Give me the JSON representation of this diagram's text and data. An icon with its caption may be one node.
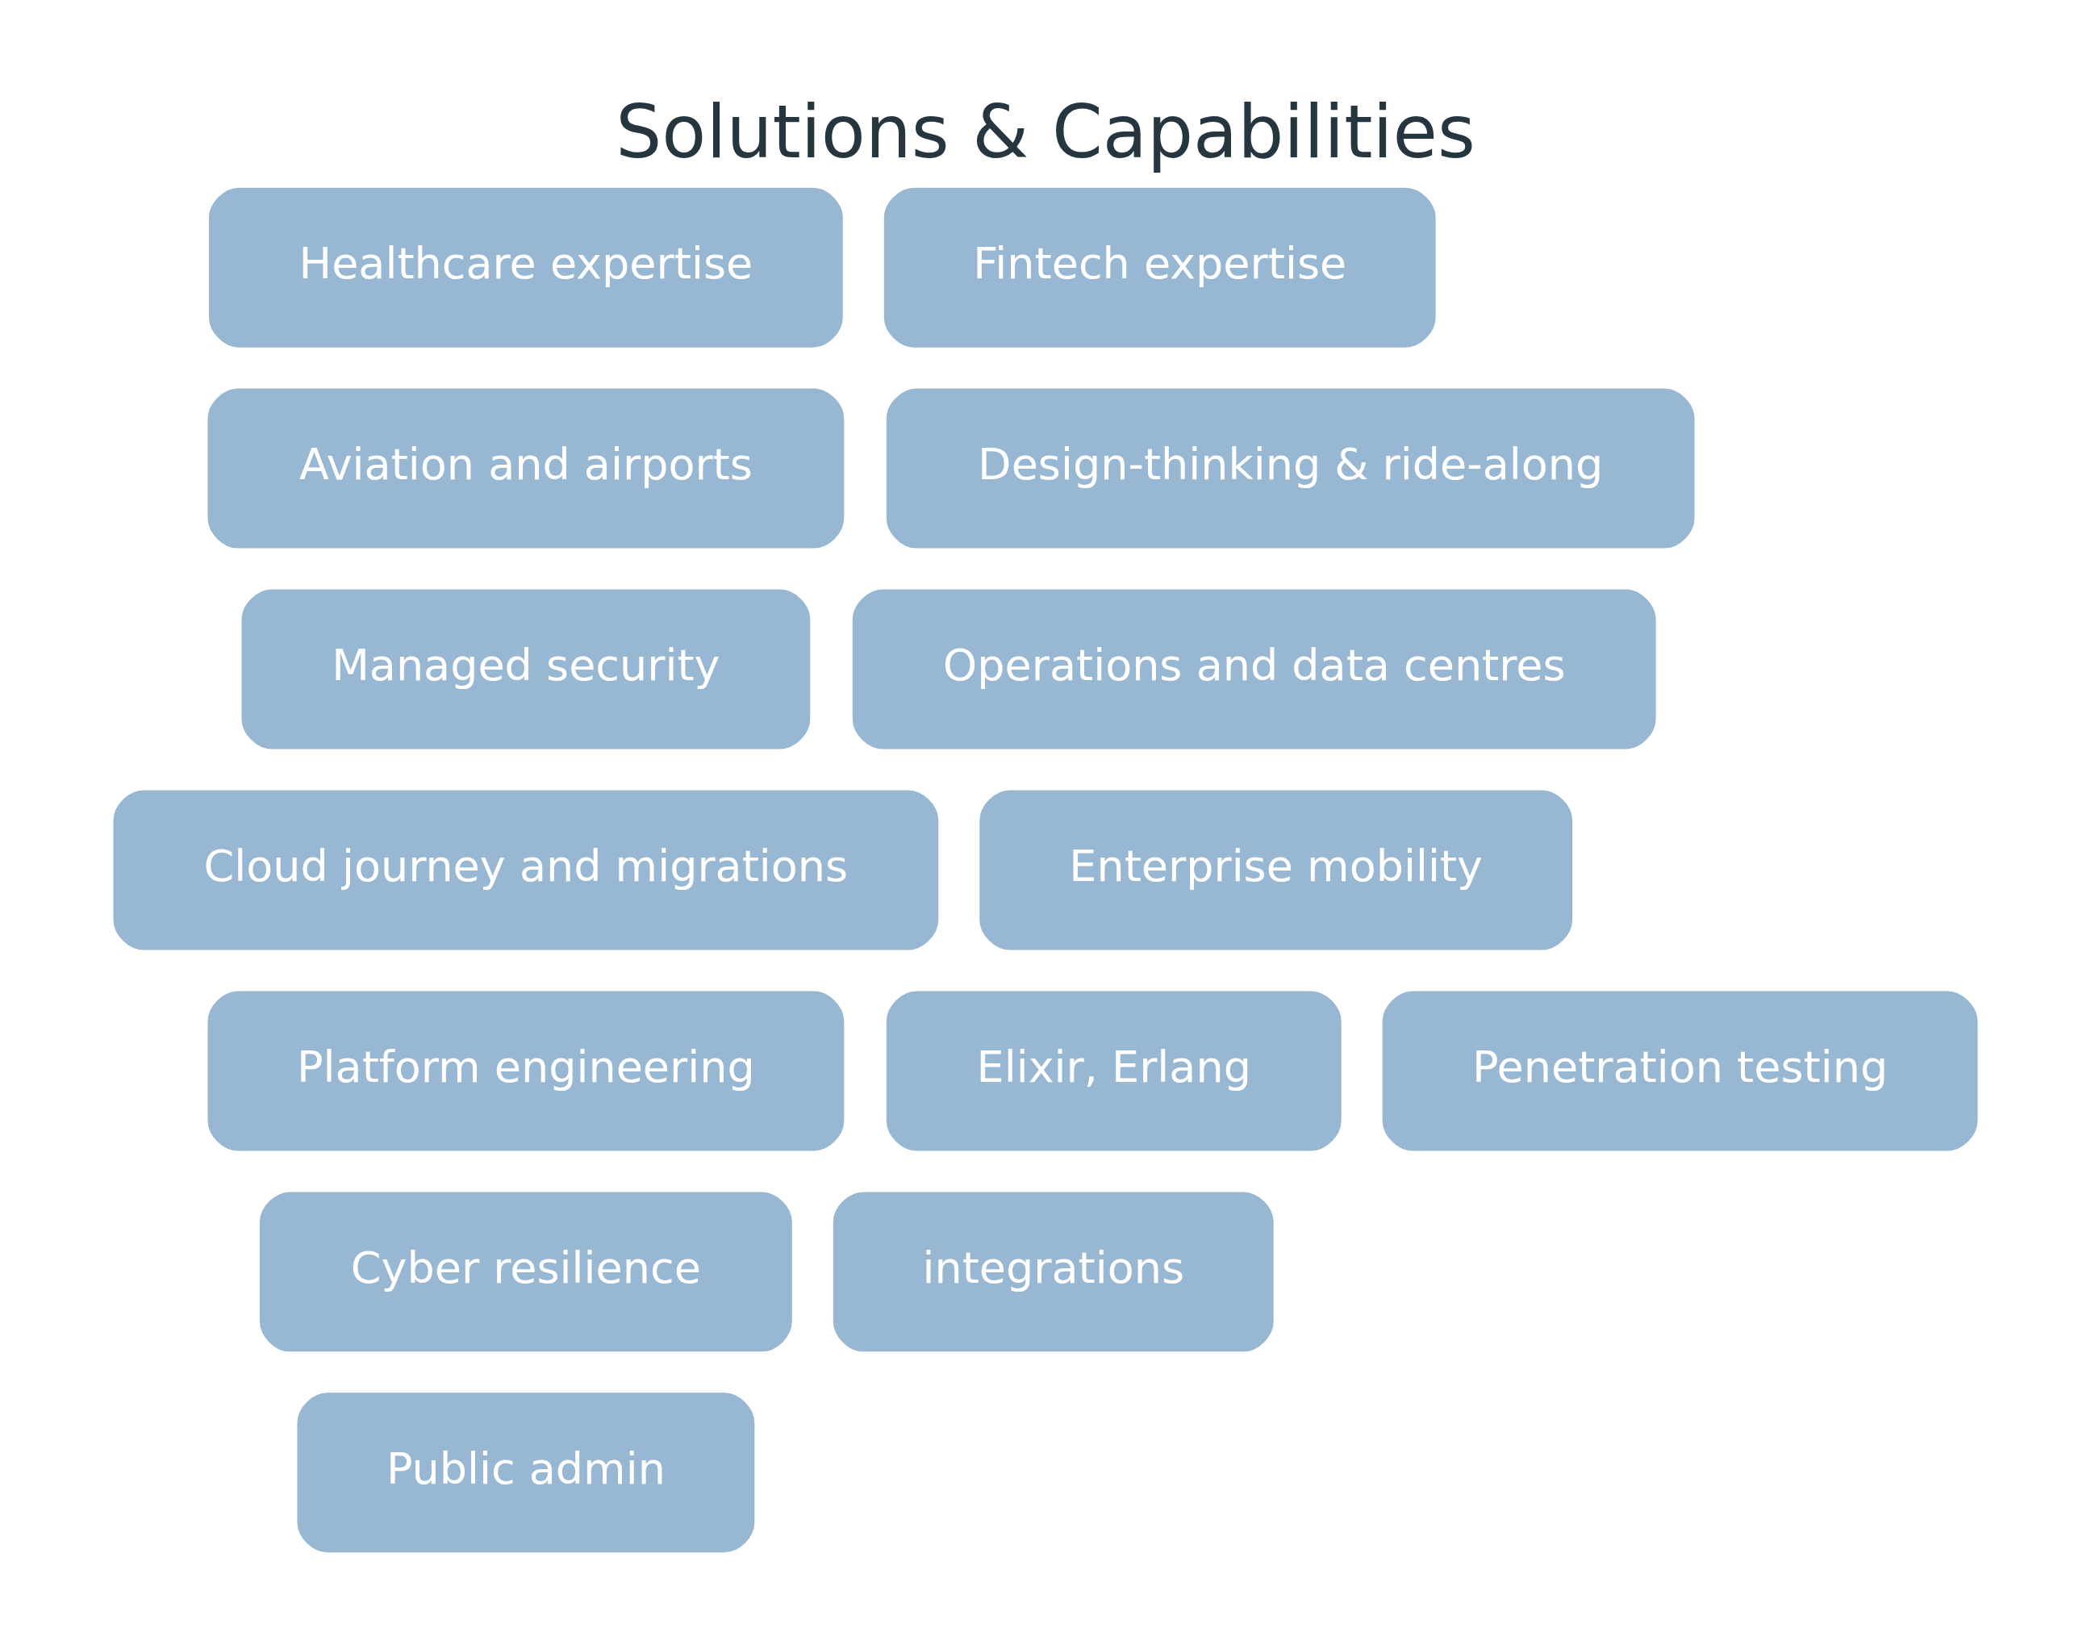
{
  "diagram": {
    "title": "Solutions & Capabilities",
    "nodes": [
      {
        "text": [
          "Healthcare expertise"
        ]
      },
      {
        "text": [
          "Fintech expertise"
        ]
      },
      {
        "text": [
          "Aviation and airports"
        ]
      },
      {
        "text": [
          "Design-thinking & ride-along"
        ]
      },
      {
        "text": [
          "Managed security"
        ]
      },
      {
        "text": [
          "Operations and data centres"
        ]
      },
      {
        "text": [
          "Cloud journey and migrations"
        ]
      },
      {
        "text": [
          "Enterprise mobility"
        ]
      },
      {
        "text": [
          "Platform engineering"
        ]
      },
      {
        "text": [
          "Elixir, Erlang"
        ]
      },
      {
        "text": [
          "Penetration testing"
        ]
      },
      {
        "text": [
          "Cyber resilience"
        ]
      },
      {
        "text": [
          "integrations"
        ]
      },
      {
        "text": [
          "Public admin"
        ]
      }
    ],
    "edges": []
  }
}
